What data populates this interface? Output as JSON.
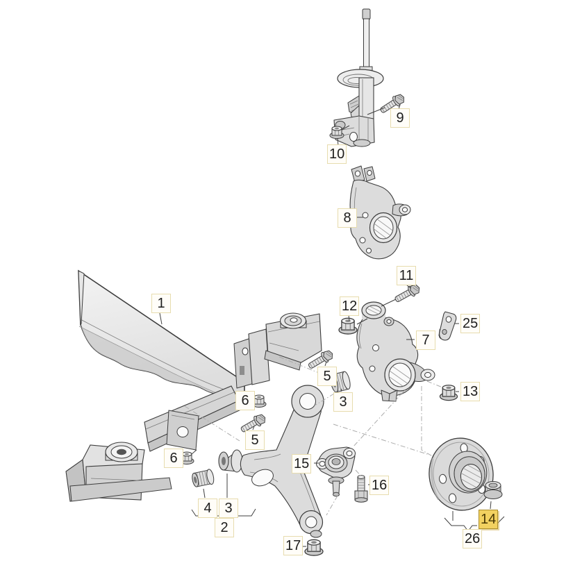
{
  "diagram": {
    "kind": "exploded-parts-diagram",
    "background": "#ffffff",
    "line_color": "#3c3c3c",
    "part_fill": "#dcdcdc",
    "label_style": {
      "border": "#e7dcae",
      "background": "#fffdf8",
      "text": "#1d1d1d"
    },
    "highlight_style": {
      "background": "#f2d160",
      "border": "#ab8d2a"
    }
  },
  "callouts": [
    {
      "text": "9"
    },
    {
      "text": "10"
    },
    {
      "text": "8"
    },
    {
      "text": "11"
    },
    {
      "text": "12"
    },
    {
      "text": "1"
    },
    {
      "text": "25"
    },
    {
      "text": "7"
    },
    {
      "text": "5"
    },
    {
      "text": "6"
    },
    {
      "text": "3"
    },
    {
      "text": "13"
    },
    {
      "text": "5"
    },
    {
      "text": "6"
    },
    {
      "text": "15"
    },
    {
      "text": "16"
    },
    {
      "text": "4"
    },
    {
      "text": "3"
    },
    {
      "text": "2"
    },
    {
      "text": "14",
      "highlighted": true
    },
    {
      "text": "26"
    },
    {
      "text": "17"
    }
  ]
}
